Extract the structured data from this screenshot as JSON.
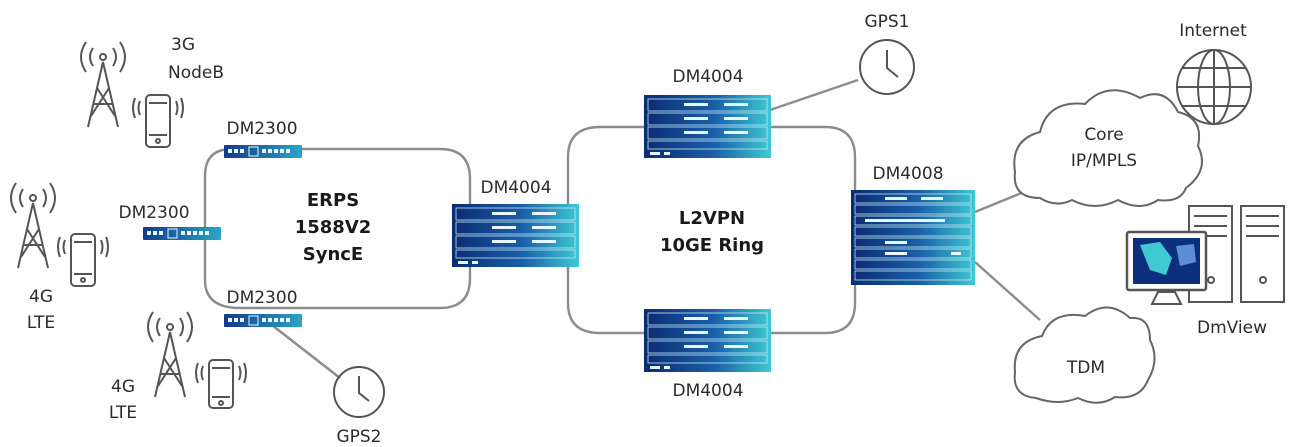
{
  "devices": {
    "dm2300_top": "DM2300",
    "dm2300_mid": "DM2300",
    "dm2300_bot": "DM2300",
    "dm4004_center": "DM4004",
    "dm4004_top": "DM4004",
    "dm4004_bottom": "DM4004",
    "dm4008": "DM4008"
  },
  "endpoints": {
    "nodeb_line1": "3G",
    "nodeb_line2": "NodeB",
    "lte_left_line1": "4G",
    "lte_left_line2": "LTE",
    "lte_bottom_line1": "4G",
    "lte_bottom_line2": "LTE",
    "gps1": "GPS1",
    "gps2": "GPS2",
    "internet": "Internet",
    "core_line1": "Core",
    "core_line2": "IP/MPLS",
    "tdm": "TDM",
    "dmview": "DmView"
  },
  "rings": {
    "left_line1": "ERPS",
    "left_line2": "1588V2",
    "left_line3": "SyncE",
    "right_line1": "L2VPN",
    "right_line2": "10GE Ring"
  },
  "colors": {
    "line": "#8c8c8c",
    "device_dark": "#0b2f7a",
    "device_accent": "#3fc9d3",
    "icon_stroke": "#555555"
  }
}
